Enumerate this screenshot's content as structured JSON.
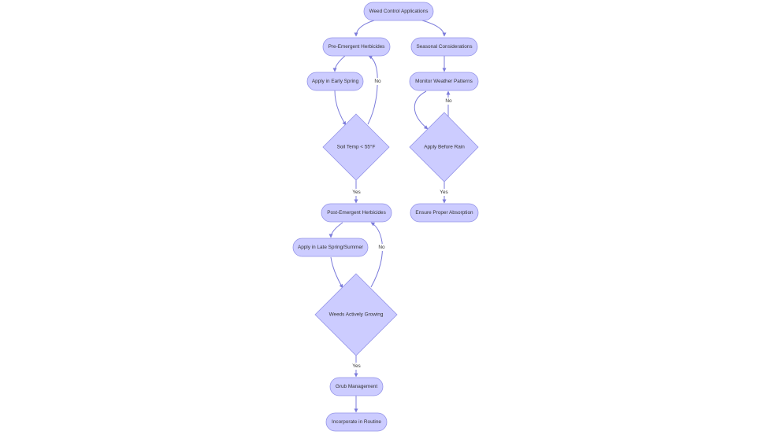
{
  "colors": {
    "node_fill": "#ccccff",
    "node_stroke": "#9494e8",
    "edge": "#7b7bdb",
    "text": "#333333",
    "background": "#ffffff"
  },
  "nodes": {
    "root": "Weed Control Applications",
    "pre_emergent": "Pre-Emergent Herbicides",
    "seasonal": "Seasonal Considerations",
    "early_spring": "Apply in Early Spring",
    "monitor_weather": "Monitor Weather Patterns",
    "soil_temp": "Soil Temp < 55°F",
    "before_rain": "Apply Before Rain",
    "post_emergent": "Post-Emergent Herbicides",
    "proper_absorption": "Ensure Proper Absorption",
    "late_spring": "Apply in Late Spring/Summer",
    "weeds_growing": "Weeds Actively Growing",
    "grub": "Grub Management",
    "routine": "Incorporate in Routine"
  },
  "edge_labels": {
    "soil_no": "No",
    "soil_yes": "Yes",
    "rain_no": "No",
    "rain_yes": "Yes",
    "weeds_no": "No",
    "weeds_yes": "Yes"
  }
}
